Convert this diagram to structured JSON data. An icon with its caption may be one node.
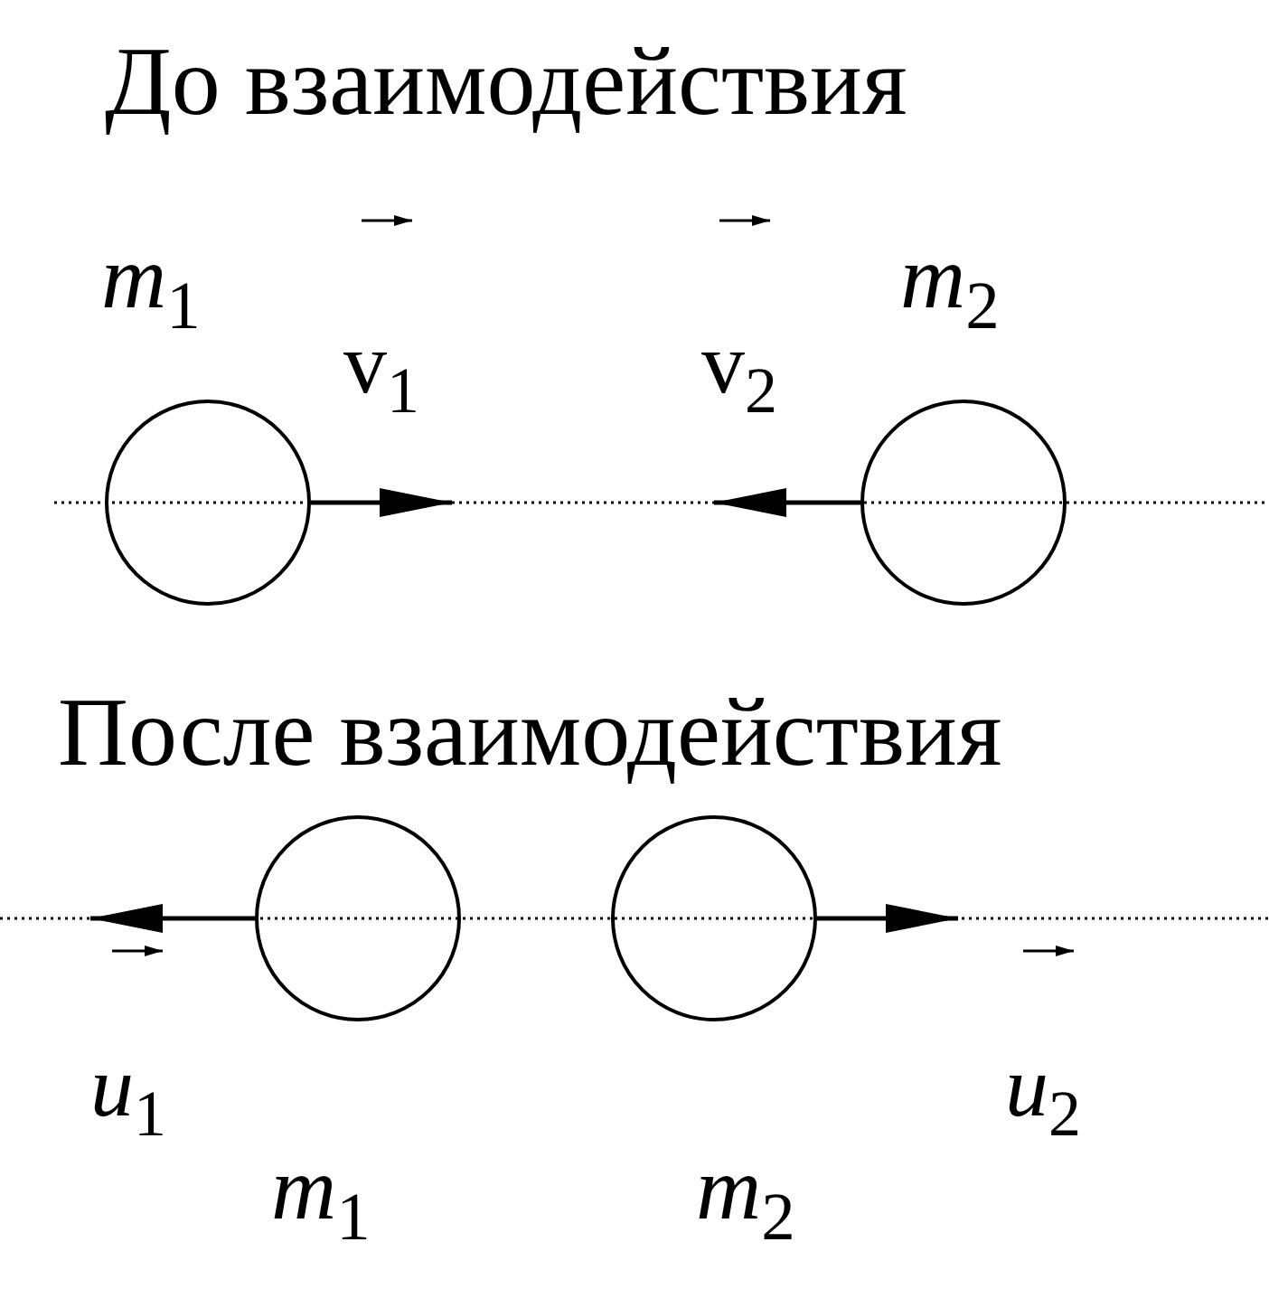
{
  "diagram": {
    "nodes": [
      {
        "text": [],
        "shape": "circle"
      },
      {
        "text": [],
        "shape": "circle"
      },
      {
        "text": [],
        "shape": "circle"
      },
      {
        "text": [],
        "shape": "circle"
      }
    ],
    "edges": [
      {
        "from": 0,
        "to": null,
        "arrow": "to"
      },
      {
        "from": 1,
        "to": null,
        "arrow": "to"
      },
      {
        "from": 2,
        "to": null,
        "arrow": "to"
      },
      {
        "from": 3,
        "to": null,
        "arrow": "to"
      }
    ],
    "labels": [
      "До взаимодействия",
      "*m*$_{1}$",
      "v$_{1}$",
      "v$_{2}$",
      "*m*$_{2}$",
      "После взаимодействия",
      "*u*$_{1}$",
      "*u*$_{2}$",
      "*m*$_{1}$",
      "*m*$_{2}$"
    ]
  }
}
